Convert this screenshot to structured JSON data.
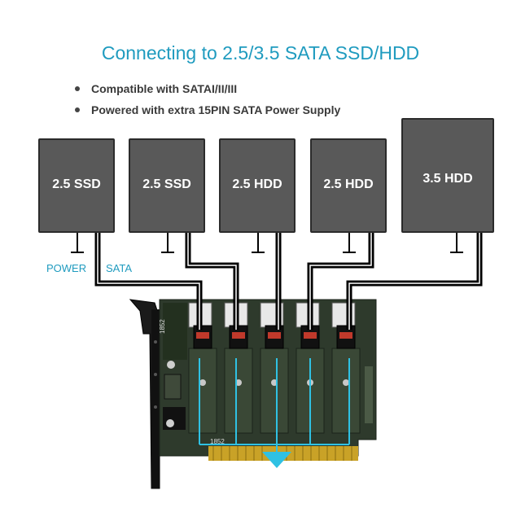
{
  "title": "Connecting to 2.5/3.5 SATA SSD/HDD",
  "features": [
    "Compatible with SATAI/II/III",
    "Powered with extra 15PIN SATA Power Supply"
  ],
  "drives": [
    {
      "label": "2.5 SSD"
    },
    {
      "label": "2.5 SSD"
    },
    {
      "label": "2.5 HDD"
    },
    {
      "label": "2.5 HDD"
    },
    {
      "label": "3.5 HDD"
    }
  ],
  "connector_labels": {
    "power": "POWER",
    "sata": "SATA"
  },
  "board": {
    "chip_text": "1852",
    "bottom_text": "1852"
  },
  "colors": {
    "accent": "#1f9bbf",
    "drive_fill": "#595959",
    "pcb": "#2e3a2c",
    "cable": "#000000"
  }
}
